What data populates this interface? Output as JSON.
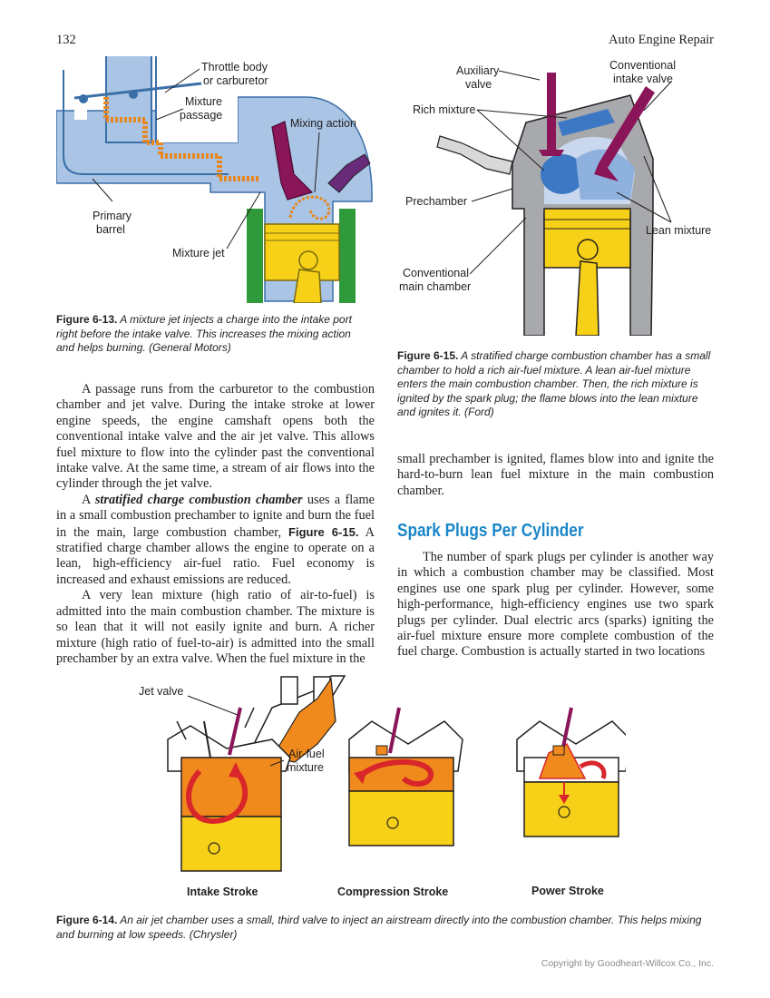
{
  "header": {
    "page_number": "132",
    "book_title": "Auto Engine Repair"
  },
  "fig13": {
    "labels": {
      "throttle_body": "Throttle body",
      "or_carburetor": "or carburetor",
      "mixture": "Mixture",
      "passage": "passage",
      "mixing_action": "Mixing action",
      "primary": "Primary",
      "barrel": "barrel",
      "mixture_jet": "Mixture jet"
    },
    "caption": {
      "number": "Figure 6-13.",
      "text": " A mixture jet injects a charge into the intake port right before the intake valve. This increases the mixing action and helps burning. (General Motors)"
    }
  },
  "fig15": {
    "labels": {
      "auxiliary": "Auxiliary",
      "valve": "valve",
      "conventional_top": "Conventional",
      "intake_valve": "intake valve",
      "rich_mixture": "Rich mixture",
      "prechamber": "Prechamber",
      "lean_mixture": "Lean mixture",
      "conventional_bottom": "Conventional",
      "main_chamber": "main chamber"
    },
    "caption": {
      "number": "Figure 6-15.",
      "text": " A stratified charge combustion chamber has a small chamber to hold a rich air-fuel mixture. A lean air-fuel mixture enters the main combustion chamber. Then, the rich mixture is ignited by the spark plug; the flame blows into the lean mixture and ignites it. (Ford)"
    }
  },
  "left_column": {
    "p1": "A passage runs from the carburetor to the combustion chamber and jet valve. During the intake stroke at lower engine speeds, the engine camshaft opens both the conventional intake valve and the air jet valve. This allows fuel mixture to flow into the cylinder past the conventional intake valve. At the same time, a stream of air flows into the cylinder through the jet valve.",
    "p2_a": "A ",
    "p2_em": "stratified charge combustion chamber",
    "p2_b": " uses a flame in a small combustion prechamber to ignite and burn the fuel in the main, large combustion chamber, ",
    "p2_ref": "Figure 6-15.",
    "p2_c": " A stratified charge chamber allows the engine to operate on a lean, high-efficiency air-fuel ratio. Fuel economy is increased and exhaust emissions are reduced.",
    "p3": "A very lean mixture (high ratio of air-to-fuel) is admitted into the main combustion chamber. The mixture is so lean that it will not easily ignite and burn. A richer mixture (high ratio of fuel-to-air) is admitted into the small prechamber by an extra valve. When the fuel mixture in the"
  },
  "right_column": {
    "p_cont": "small prechamber is ignited, flames blow into and ignite the hard-to-burn lean fuel mixture in the main combustion chamber.",
    "heading": "Spark Plugs Per Cylinder",
    "p1": "The number of spark plugs per cylinder is another way in which a combustion chamber may be classified. Most engines use one spark plug per cylinder. However, some high-performance, high-efficiency engines use two spark plugs per cylinder. Dual electric arcs (sparks) igniting the air-fuel mixture ensure more complete combustion of the fuel charge. Combustion is actually started in two locations"
  },
  "fig14": {
    "labels": {
      "jet_valve": "Jet valve",
      "air_fuel": "Air-fuel",
      "mixture": "mixture",
      "intake_stroke": "Intake Stroke",
      "compression_stroke": "Compression Stroke",
      "power_stroke": "Power Stroke"
    },
    "caption": {
      "number": "Figure 6-14.",
      "text": " An air jet chamber uses a small, third valve to inject an airstream directly into the combustion chamber. This helps mixing and burning at low speeds. (Chrysler)"
    }
  },
  "footer": {
    "copyright": "Copyright by Goodheart-Willcox Co., Inc."
  },
  "colors": {
    "heading_blue": "#1a86c8",
    "engine_blue": "#a9c4e4",
    "piston_yellow": "#f7d117",
    "mixture_orange": "#f08a1c",
    "valve_purple": "#8a1559",
    "copyright_gray": "#8a8a8a"
  }
}
